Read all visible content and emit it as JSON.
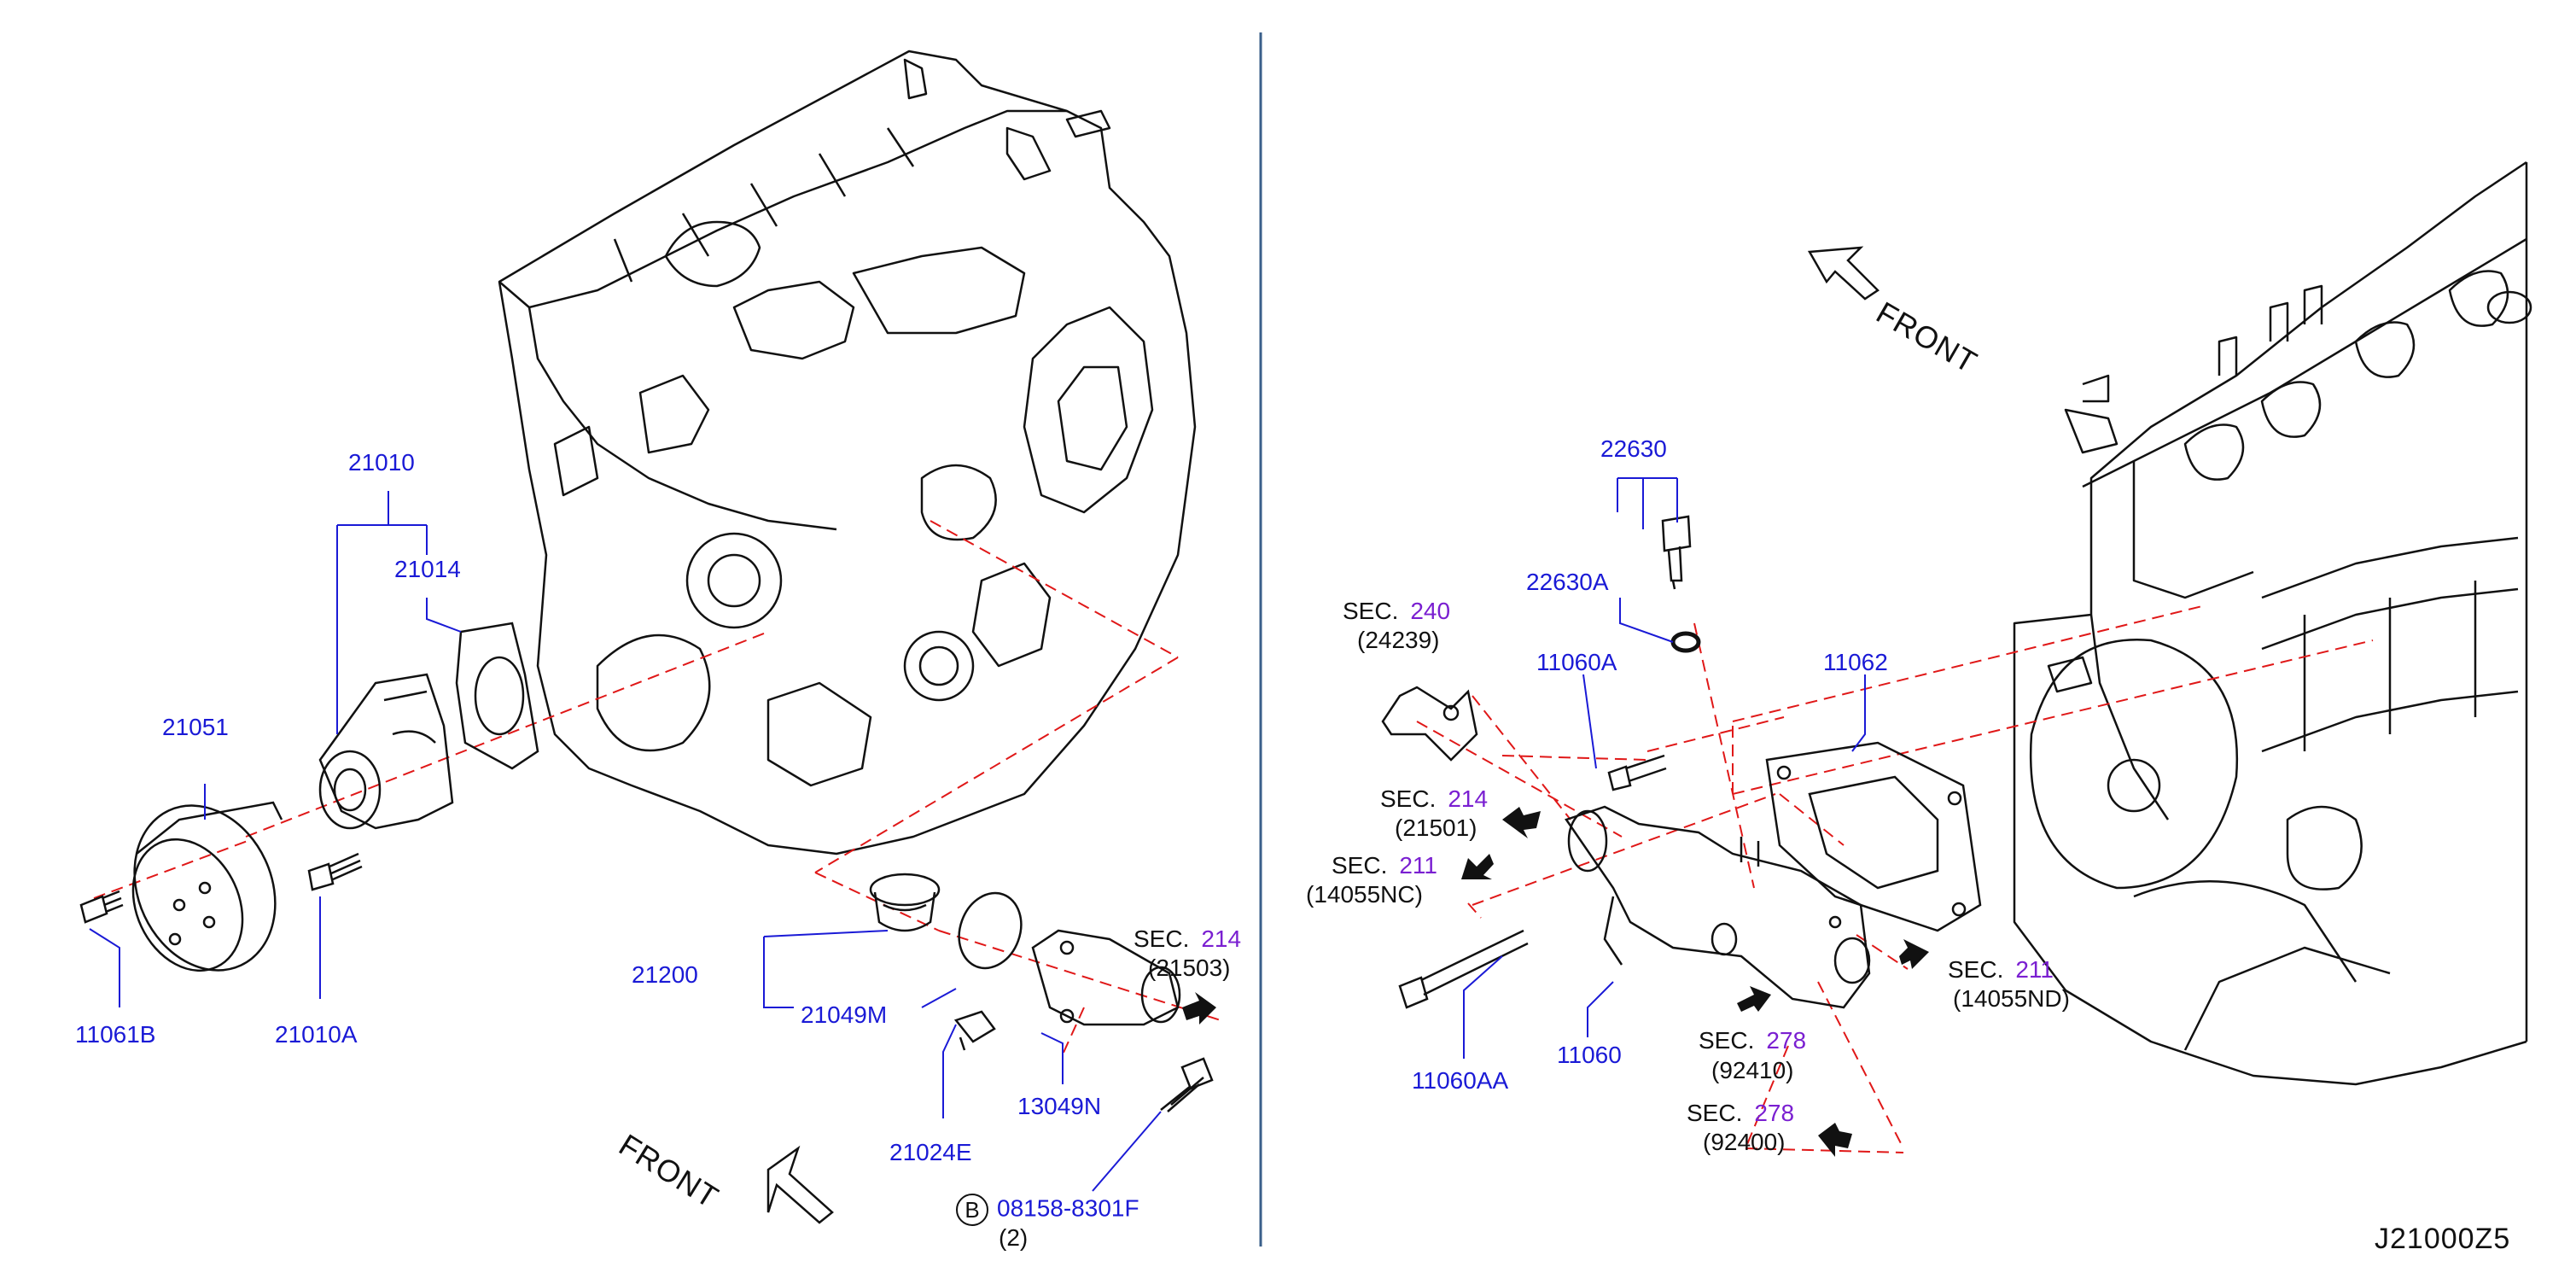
{
  "colors": {
    "part_number": "#1a1ad6",
    "section_number": "#7a1fd1",
    "leader": "#1a1ad6",
    "centerline": "#e01818",
    "divider": "#3a5f8a",
    "outline": "#111111"
  },
  "diagram_id": "J21000Z5",
  "front_label": "FRONT",
  "left": {
    "labels": {
      "p21010": "21010",
      "p21014": "21014",
      "p21051": "21051",
      "p11061b": "11061B",
      "p21010a": "21010A",
      "p21200": "21200",
      "p21049m": "21049M",
      "p21024e": "21024E",
      "p13049n": "13049N",
      "bolt_circle": "B",
      "bolt_part": "08158-8301F",
      "bolt_qty": "(2)",
      "sec_word": "SEC.",
      "sec_num": "214",
      "sec_ref": "(21503)"
    }
  },
  "right": {
    "labels": {
      "p22630": "22630",
      "p22630a": "22630A",
      "p11060a": "11060A",
      "p11062": "11062",
      "p11060aa": "11060AA",
      "p11060": "11060",
      "sec240_word": "SEC.",
      "sec240_num": "240",
      "sec240_ref": "(24239)",
      "sec214_word": "SEC.",
      "sec214_num": "214",
      "sec214_ref": "(21501)",
      "sec211a_word": "SEC.",
      "sec211a_num": "211",
      "sec211a_ref": "(14055NC)",
      "sec211b_word": "SEC.",
      "sec211b_num": "211",
      "sec211b_ref": "(14055ND)",
      "sec278a_word": "SEC.",
      "sec278a_num": "278",
      "sec278a_ref": "(92410)",
      "sec278b_word": "SEC.",
      "sec278b_num": "278",
      "sec278b_ref": "(92400)"
    }
  }
}
